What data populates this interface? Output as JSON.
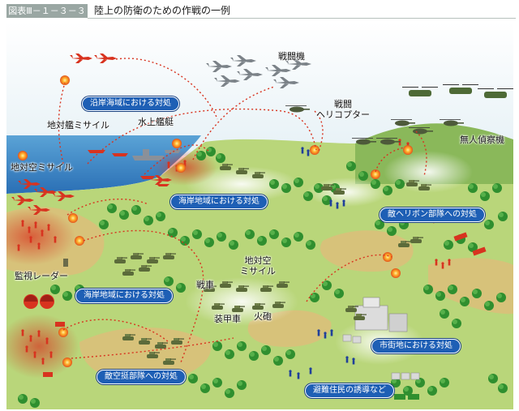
{
  "figure": {
    "tag": "図表Ⅲ－１－３－３",
    "title": "陸上の防衛のための作戦の一例"
  },
  "pills": {
    "coastal_sea": "沿岸海域における対処",
    "coastal_land_top": "海岸地域における対処",
    "heliborne": "敵ヘリボン部隊への対処",
    "coastal_land_left": "海岸地域における対処",
    "urban": "市街地における対処",
    "airborne": "敵空挺部隊への対処",
    "evacuation": "避難住民の誘導など"
  },
  "labels": {
    "fighter": "戦闘機",
    "attack_heli_1": "戦闘",
    "attack_heli_2": "ヘリコプター",
    "uav": "無人偵察機",
    "ship_missile": "地対艦ミサイル",
    "surface_ship": "水上艦艇",
    "sam_left": "地対空ミサイル",
    "radar": "監視レーダー",
    "sam_center_1": "地対空",
    "sam_center_2": "ミサイル",
    "tank": "戦車",
    "apc": "装甲車",
    "artillery": "火砲"
  },
  "colors": {
    "sea": "#2f7fc4",
    "land": "#b9d67a",
    "forest": "#2f8f2f",
    "hill": "#d7c27a",
    "enemy": "#d8331f",
    "pill": "#1e5fb5"
  }
}
